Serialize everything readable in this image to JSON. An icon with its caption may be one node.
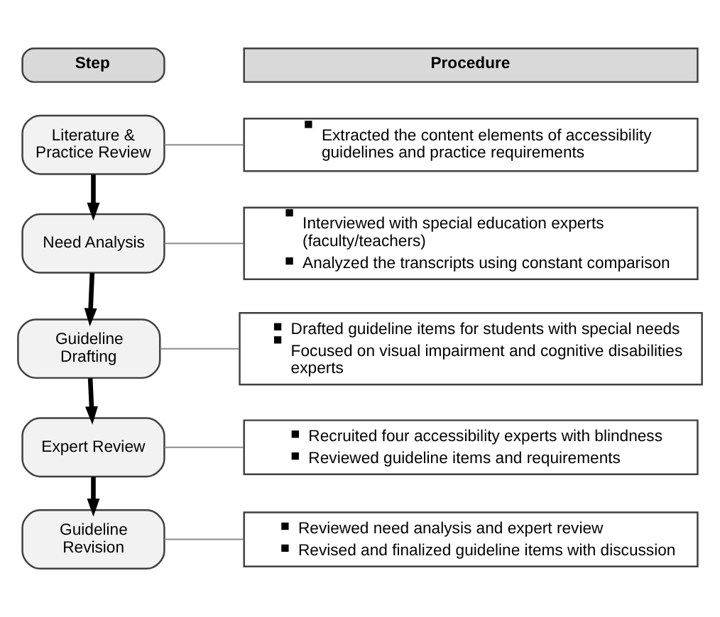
{
  "diagram": {
    "nodes": [
      {
        "text": [
          "Step"
        ]
      },
      {
        "text": [
          "Procedure"
        ]
      },
      {
        "text": [
          "Literature & Practice Review"
        ]
      },
      {
        "text": [
          "Extracted the content elements of accessibility guidelines and practice requirements"
        ]
      },
      {
        "text": [
          "Need Analysis"
        ]
      },
      {
        "text": [
          "Interviewed with special education experts (faculty/teachers)",
          "Analyzed the transcripts using constant comparison"
        ]
      },
      {
        "text": [
          "Guideline Drafting"
        ]
      },
      {
        "text": [
          "Drafted guideline items for students with special needs",
          "Focused on visual impairment and cognitive disabilities experts"
        ]
      },
      {
        "text": [
          "Expert Review"
        ]
      },
      {
        "text": [
          "Recruited four accessibility experts with blindness",
          "Reviewed guideline items and requirements"
        ]
      },
      {
        "text": [
          "Guideline Revision"
        ]
      },
      {
        "text": [
          "Reviewed need analysis and expert review",
          "Revised and finalized guideline items with discussion"
        ]
      }
    ],
    "edges": [
      {
        "from": 2,
        "to": 3,
        "arrow": "none"
      },
      {
        "from": 2,
        "to": 4,
        "arrow": "to",
        "style": "thick",
        "color": "#000000"
      },
      {
        "from": 4,
        "to": 5,
        "arrow": "none"
      },
      {
        "from": 4,
        "to": 6,
        "arrow": "to",
        "style": "thick",
        "color": "#000000"
      },
      {
        "from": 6,
        "to": 7,
        "arrow": "none"
      },
      {
        "from": 6,
        "to": 8,
        "arrow": "to",
        "style": "thick",
        "color": "#000000"
      },
      {
        "from": 8,
        "to": 9,
        "arrow": "none"
      },
      {
        "from": 8,
        "to": 10,
        "arrow": "to",
        "style": "thick",
        "color": "#000000"
      },
      {
        "from": 10,
        "to": 11,
        "arrow": "none"
      }
    ]
  }
}
